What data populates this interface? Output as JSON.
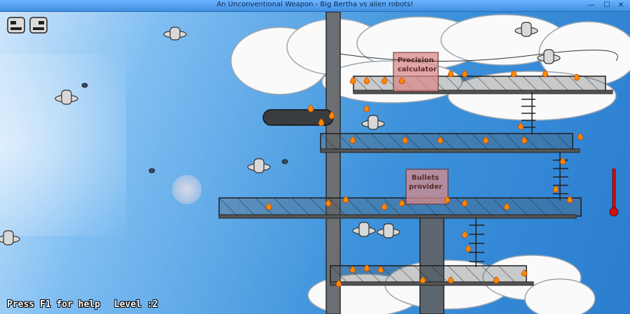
{
  "window": {
    "title": "An Unconventional Weapon - Big Bertha vs alien robots!",
    "minimize_glyph": "—",
    "maximize_glyph": "☐",
    "close_glyph": "✕"
  },
  "hud": {
    "help_text": "Press F1 for help",
    "level_label": "Level :",
    "level_value": "2",
    "player_icons": [
      "robot-face-icon",
      "robot-face-icon"
    ]
  },
  "signs": {
    "precision_line1": "Precision",
    "precision_line2": "calculator",
    "bullets_line1": "Bullets",
    "bullets_line2": "provider"
  },
  "colors": {
    "sky_dark": "#2b7dcf",
    "sky_light": "#cfe6fb",
    "fire": "#ff8a00",
    "sign": "#d98a8a",
    "thermometer": "#d01010"
  }
}
